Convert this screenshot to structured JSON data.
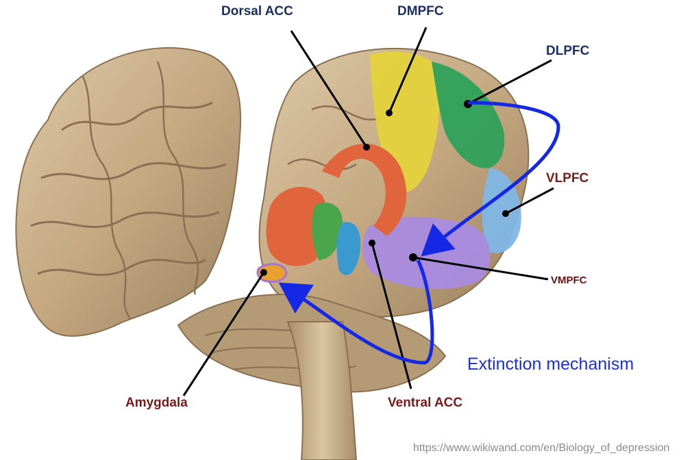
{
  "labels": {
    "dorsal_acc": "Dorsal ACC",
    "dmpfc": "DMPFC",
    "dlpfc": "DLPFC",
    "vlpfc": "VLPFC",
    "vmpfc": "VMPFC",
    "amygdala": "Amygdala",
    "ventral_acc": "Ventral ACC"
  },
  "annotation": "Extinction mechanism",
  "source_url": "https://www.wikiwand.com/en/Biology_of_depression",
  "colors": {
    "pointer_lines": "#000000",
    "mechanism_arrow": "#1428e6",
    "region_labels_navy": "#1b2f63",
    "region_labels_maroon": "#7a1a1a",
    "brain_tissue": "#c9b08c",
    "dmpfc_region": "#e4d23c",
    "dlpfc_region": "#2fa15a",
    "vlpfc_region": "#7fb6e6",
    "vmpfc_region": "#a98be0",
    "acc_region": "#e0643c",
    "amygdala_region": "#e8a030"
  }
}
